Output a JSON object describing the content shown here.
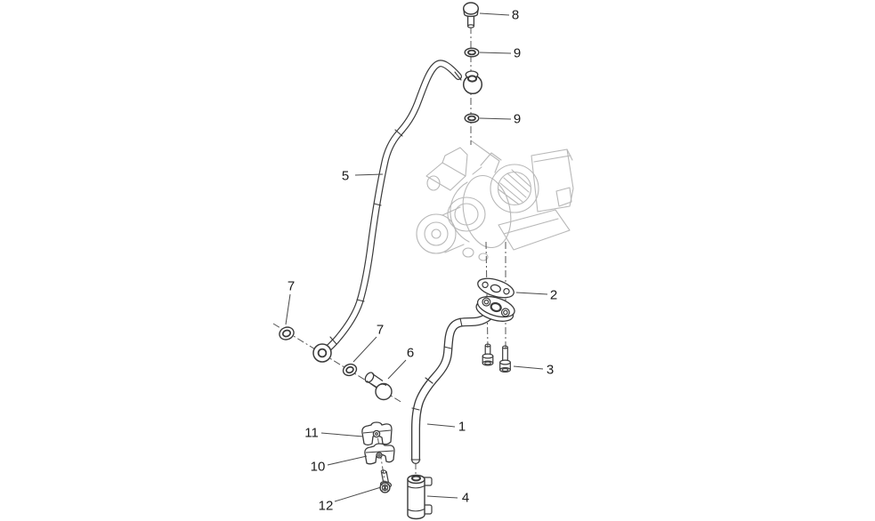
{
  "figure": {
    "type": "exploded-parts-diagram",
    "background_color": "#ffffff",
    "line_color": "#3a3a3a",
    "ghost_color": "#b8b8b8",
    "centerline_color": "#555555",
    "callouts": [
      {
        "label": "8"
      },
      {
        "label": "9"
      },
      {
        "label": "9"
      },
      {
        "label": "5"
      },
      {
        "label": "2"
      },
      {
        "label": "3"
      },
      {
        "label": "7"
      },
      {
        "label": "7"
      },
      {
        "label": "6"
      },
      {
        "label": "1"
      },
      {
        "label": "11"
      },
      {
        "label": "10"
      },
      {
        "label": "12"
      },
      {
        "label": "4"
      }
    ]
  }
}
